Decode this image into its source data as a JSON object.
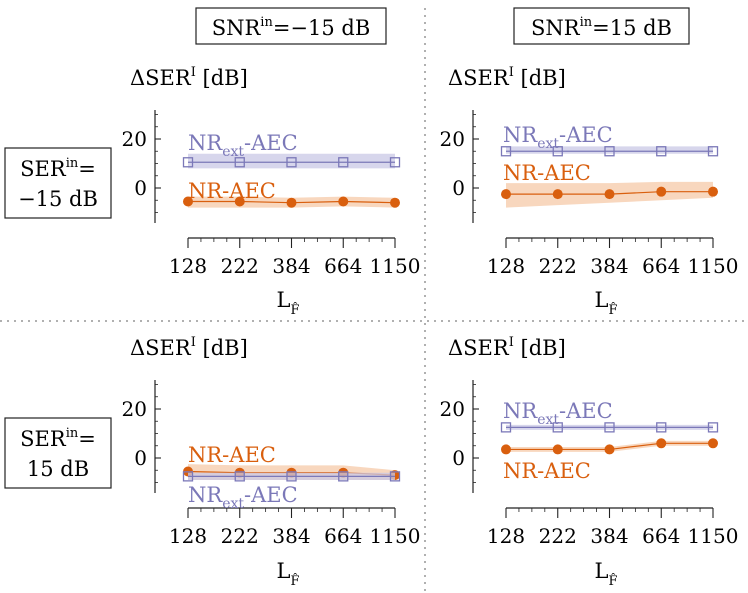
{
  "col_headers": [
    "SNRⁱⁿ=−15 dB",
    "SNRⁱⁿ=15 dB"
  ],
  "col_header_parts": [
    {
      "base": "SNR",
      "sup": "in",
      "rest": "=−15 dB"
    },
    {
      "base": "SNR",
      "sup": "in",
      "rest": "=15 dB"
    }
  ],
  "row_headers": [
    {
      "line1_base": "SER",
      "line1_sup": "in",
      "line1_rest": "=",
      "line2": "−15 dB"
    },
    {
      "line1_base": "SER",
      "line1_sup": "in",
      "line1_rest": "=",
      "line2": "15 dB"
    }
  ],
  "ylabel": {
    "base": "ΔSER",
    "sup": "I",
    "unit": "[dB]"
  },
  "xlabel": {
    "base": "L",
    "sub": "F̂"
  },
  "colors": {
    "nr_ext": "#7b78b8",
    "nr_ext_band": "#c9c8e6",
    "nr": "#d95f0e",
    "nr_band": "#f6c9a8",
    "axis": "#222222",
    "divider": "#b0b0b0"
  },
  "chart_data": [
    {
      "type": "line",
      "panel": "SNR=-15 dB, SER=-15 dB",
      "categories": [
        "128",
        "222",
        "384",
        "664",
        "1150"
      ],
      "yticks": [
        0,
        20
      ],
      "ylim": [
        -15,
        30
      ],
      "series": [
        {
          "name": "NR-AEC",
          "label_sub_base": "NR-AEC",
          "values": [
            -5.5,
            -5.5,
            -6,
            -5.5,
            -6
          ],
          "band": [
            [
              -8,
              -3.5
            ],
            [
              -8,
              -3.5
            ],
            [
              -8,
              -4
            ],
            [
              -7.5,
              -3.5
            ],
            [
              -8,
              -4
            ]
          ]
        },
        {
          "name": "NRext-AEC",
          "label_base": "NR",
          "label_sub": "ext",
          "label_rest": "-AEC",
          "values": [
            10.5,
            10.5,
            10.5,
            10.5,
            10.5
          ],
          "band": [
            [
              8,
              14
            ],
            [
              8,
              14
            ],
            [
              8,
              14
            ],
            [
              8,
              14
            ],
            [
              8,
              14
            ]
          ]
        }
      ]
    },
    {
      "type": "line",
      "panel": "SNR=15 dB, SER=-15 dB",
      "categories": [
        "128",
        "222",
        "384",
        "664",
        "1150"
      ],
      "yticks": [
        0,
        20
      ],
      "ylim": [
        -15,
        30
      ],
      "series": [
        {
          "name": "NR-AEC",
          "values": [
            -2.5,
            -2.5,
            -2.5,
            -1.5,
            -1.5
          ],
          "band": [
            [
              -8,
              2
            ],
            [
              -7,
              2
            ],
            [
              -6,
              2
            ],
            [
              -5,
              2.5
            ],
            [
              -4,
              2.5
            ]
          ]
        },
        {
          "name": "NRext-AEC",
          "values": [
            15,
            15,
            15,
            15,
            15
          ],
          "band": [
            [
              14,
              17
            ],
            [
              14,
              17
            ],
            [
              14,
              17
            ],
            [
              14,
              17
            ],
            [
              14,
              17
            ]
          ]
        }
      ]
    },
    {
      "type": "line",
      "panel": "SNR=-15 dB, SER=15 dB",
      "categories": [
        "128",
        "222",
        "384",
        "664",
        "1150"
      ],
      "yticks": [
        0,
        20
      ],
      "ylim": [
        -15,
        30
      ],
      "series": [
        {
          "name": "NR-AEC",
          "values": [
            -5.5,
            -6,
            -6,
            -6,
            -7
          ],
          "band": [
            [
              -9,
              -2.5
            ],
            [
              -9,
              -3
            ],
            [
              -9,
              -3
            ],
            [
              -9,
              -3
            ],
            [
              -9,
              -5
            ]
          ]
        },
        {
          "name": "NRext-AEC",
          "values": [
            -7.5,
            -7.5,
            -7.5,
            -7.5,
            -7.5
          ],
          "band": [
            [
              -9,
              -6
            ],
            [
              -9,
              -6
            ],
            [
              -9,
              -6
            ],
            [
              -9,
              -6
            ],
            [
              -9,
              -6
            ]
          ]
        }
      ]
    },
    {
      "type": "line",
      "panel": "SNR=15 dB, SER=15 dB",
      "categories": [
        "128",
        "222",
        "384",
        "664",
        "1150"
      ],
      "yticks": [
        0,
        20
      ],
      "ylim": [
        -15,
        30
      ],
      "series": [
        {
          "name": "NR-AEC",
          "values": [
            3.5,
            3.5,
            3.5,
            6,
            6
          ],
          "band": [
            [
              2.5,
              4.5
            ],
            [
              2.5,
              4.5
            ],
            [
              2.5,
              4.5
            ],
            [
              5,
              7
            ],
            [
              5,
              7
            ]
          ]
        },
        {
          "name": "NRext-AEC",
          "values": [
            12.5,
            12.5,
            12.5,
            12.5,
            12.5
          ],
          "band": [
            [
              11.5,
              13.5
            ],
            [
              11.5,
              13.5
            ],
            [
              11.5,
              13.5
            ],
            [
              11.5,
              13.5
            ],
            [
              11.5,
              13.5
            ]
          ]
        }
      ]
    }
  ]
}
